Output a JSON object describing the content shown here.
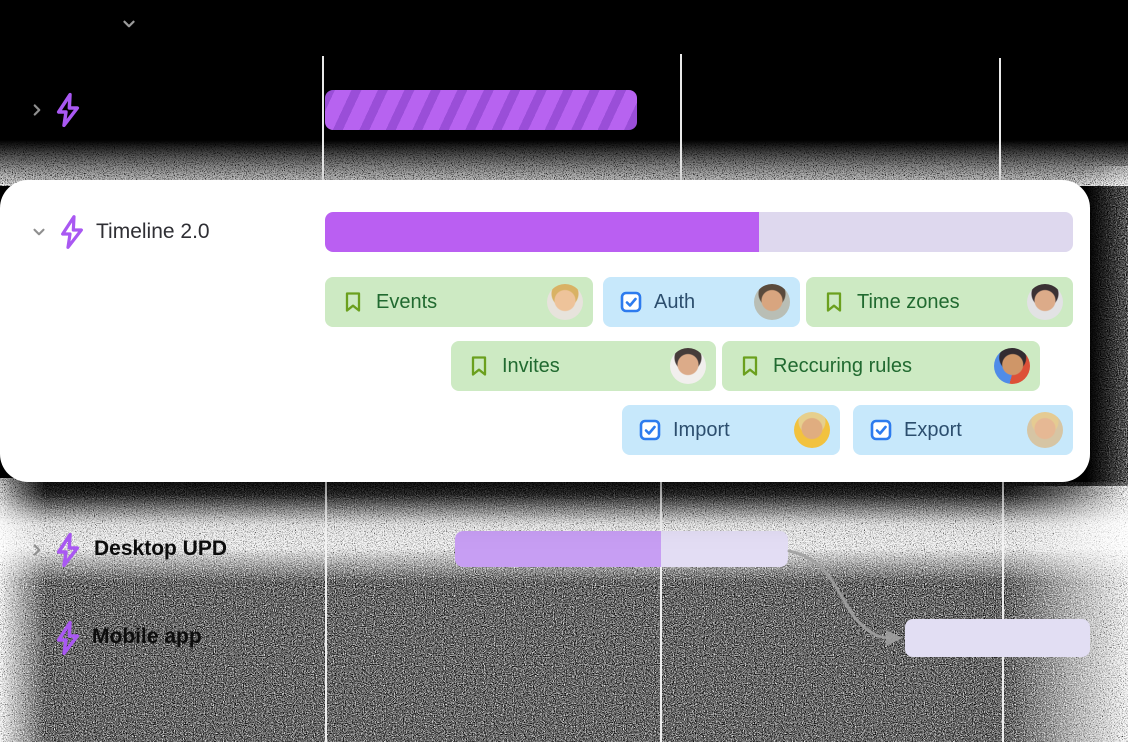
{
  "accent_colors": {
    "purple_bar_fill": "#ba5ff2",
    "purple_bar_track": "#ded8ee",
    "striped_bar_base": "#b763f0",
    "striped_bar_stripe": "#9a4ed8",
    "desktop_bar_fill": "#c79ef3",
    "desktop_bar_track": "#e3ddf4",
    "mobile_bar_fill": "#e2def3",
    "green_chip_bg": "#cdeac3",
    "green_chip_text": "#216a30",
    "green_chip_icon": "#6ba01e",
    "blue_chip_bg": "#c7e8fb",
    "blue_chip_text": "#2c4e6e",
    "blue_chip_icon": "#2d7bee",
    "gridline": "#f2f2f2",
    "dark_row_label_text": "#0d0d0d",
    "card_title_text": "#2f2f34"
  },
  "header": {
    "collapse_icon": "chevron-down-icon"
  },
  "rows": [
    {
      "label": "",
      "expand_icon": "chevron-right-icon",
      "type_icon": "zap-icon",
      "bar": {
        "style": "striped",
        "fill_percent": 100
      }
    },
    {
      "label": "Timeline 2.0",
      "expand_icon": "chevron-down-icon",
      "type_icon": "zap-icon",
      "bar": {
        "style": "solid",
        "fill_percent": 58
      }
    },
    {
      "label": "Desktop UPD",
      "expand_icon": "chevron-right-icon",
      "type_icon": "zap-icon",
      "bar": {
        "style": "solid",
        "fill_percent": 62
      }
    },
    {
      "label": "Mobile app",
      "expand_icon": "chevron-right-icon",
      "type_icon": "zap-icon",
      "bar": {
        "style": "solid",
        "fill_percent": 0
      }
    }
  ],
  "chips": [
    {
      "label": "Events",
      "color": "green",
      "icon": "bookmark-icon",
      "avatar": "blonde-woman-avatar"
    },
    {
      "label": "Auth",
      "color": "blue",
      "icon": "checkbox-checked-icon",
      "avatar": "man-glasses-avatar"
    },
    {
      "label": "Time zones",
      "color": "green",
      "icon": "bookmark-icon",
      "avatar": "dark-haired-woman-avatar"
    },
    {
      "label": "Invites",
      "color": "green",
      "icon": "bookmark-icon",
      "avatar": "dark-haired-woman-avatar"
    },
    {
      "label": "Reccuring rules",
      "color": "green",
      "icon": "bookmark-icon",
      "avatar": "woman-blue-red-avatar"
    },
    {
      "label": "Import",
      "color": "blue",
      "icon": "checkbox-checked-icon",
      "avatar": "blond-man-yellow-avatar"
    },
    {
      "label": "Export",
      "color": "blue",
      "icon": "checkbox-checked-icon",
      "avatar": "blonde-woman-avatar"
    }
  ],
  "dependency_arrow": {
    "from": "Desktop UPD",
    "to": "Mobile app"
  }
}
